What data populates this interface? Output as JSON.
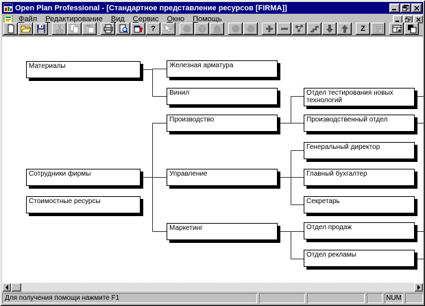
{
  "window": {
    "title": "Open Plan Professional - [Стандартное представление ресурсов [FIRMA]]"
  },
  "menu": {
    "items": [
      "Файл",
      "Редактирование",
      "Вид",
      "Сервис",
      "Окно",
      "Помощь"
    ]
  },
  "toolbar": {
    "icons": [
      "new-document-icon",
      "open-folder-icon",
      "save-icon",
      "cut-icon",
      "copy-icon",
      "paste-icon",
      "print-icon",
      "print-preview-icon",
      "insert-subproject-icon",
      "help-icon",
      "context-help-icon",
      "resource-circle-icon",
      "resource-circle-help-icon",
      "resource-arch-icon",
      "circle-tool-icon",
      "circle-tool-2-icon",
      "expand-plus-icon",
      "collapse-minus-icon",
      "network-view-icon",
      "step-view-icon",
      "move-down-icon",
      "move-up-icon",
      "zigzag-icon",
      "notes-icon",
      "window-layout-icon",
      "cascade-windows-icon"
    ],
    "help_glyph": "?",
    "zigzag_glyph": "Z"
  },
  "tree": {
    "boxes": [
      {
        "label": "Материалы"
      },
      {
        "label": "Сотрудники фирмы"
      },
      {
        "label": "Стоимостные ресурсы"
      },
      {
        "label": "Железная арматура"
      },
      {
        "label": "Винил"
      },
      {
        "label": "Производство"
      },
      {
        "label": "Управление"
      },
      {
        "label": "Маркетинг"
      },
      {
        "label": "Отдел тестирования новых технологий"
      },
      {
        "label": "Производственный отдел"
      },
      {
        "label": "Генеральный директор"
      },
      {
        "label": "Главный бухгалтер"
      },
      {
        "label": "Секретарь"
      },
      {
        "label": "Отдел продаж"
      },
      {
        "label": "Отдел рекламы"
      }
    ]
  },
  "statusbar": {
    "message": "Для получения помощи нажмите F1",
    "num_indicator": "NUM"
  },
  "colors": {
    "titlebar": "#000080",
    "chrome": "#c0c0c0",
    "canvas": "#ffffff",
    "box_border": "#000000"
  }
}
